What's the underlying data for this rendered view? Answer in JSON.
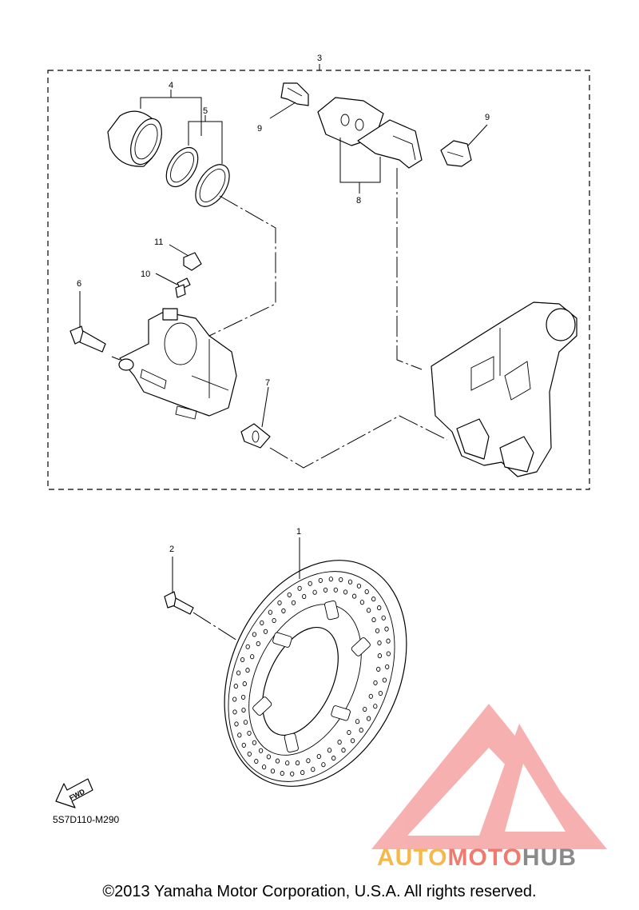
{
  "callouts": {
    "c1": "1",
    "c2": "2",
    "c3": "3",
    "c4": "4",
    "c5": "5",
    "c6": "6",
    "c7": "7",
    "c8": "8",
    "c9a": "9",
    "c9b": "9",
    "c10": "10",
    "c11": "11"
  },
  "fwd_label": "FWD",
  "diagram_code": "5S7D110-M290",
  "watermark": {
    "part1": "AUTO",
    "part2": "MOTO",
    "part3": "HUB"
  },
  "copyright": "©2013 Yamaha Motor Corporation, U.S.A. All rights reserved.",
  "colors": {
    "watermark_red": "#f5a3a3",
    "watermark_orange": "#f6b84a",
    "watermark_gray": "#8a8a8a"
  }
}
